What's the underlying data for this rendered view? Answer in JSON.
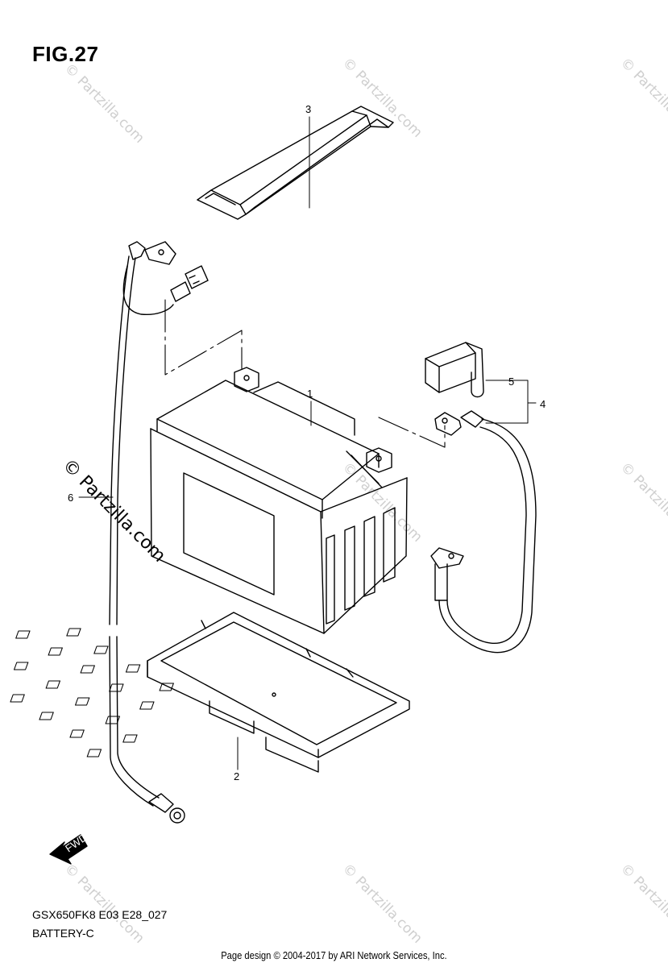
{
  "figure": {
    "title": "FIG.27"
  },
  "callouts": [
    "1",
    "2",
    "3",
    "4",
    "5",
    "6"
  ],
  "fwd_label": "FWD",
  "model_code": "GSX650FK8 E03 E28_027",
  "group_name": "BATTERY-C",
  "footer": "Page design © 2004-2017 by ARI Network Services, Inc.",
  "watermark": "© Partzilla.com"
}
